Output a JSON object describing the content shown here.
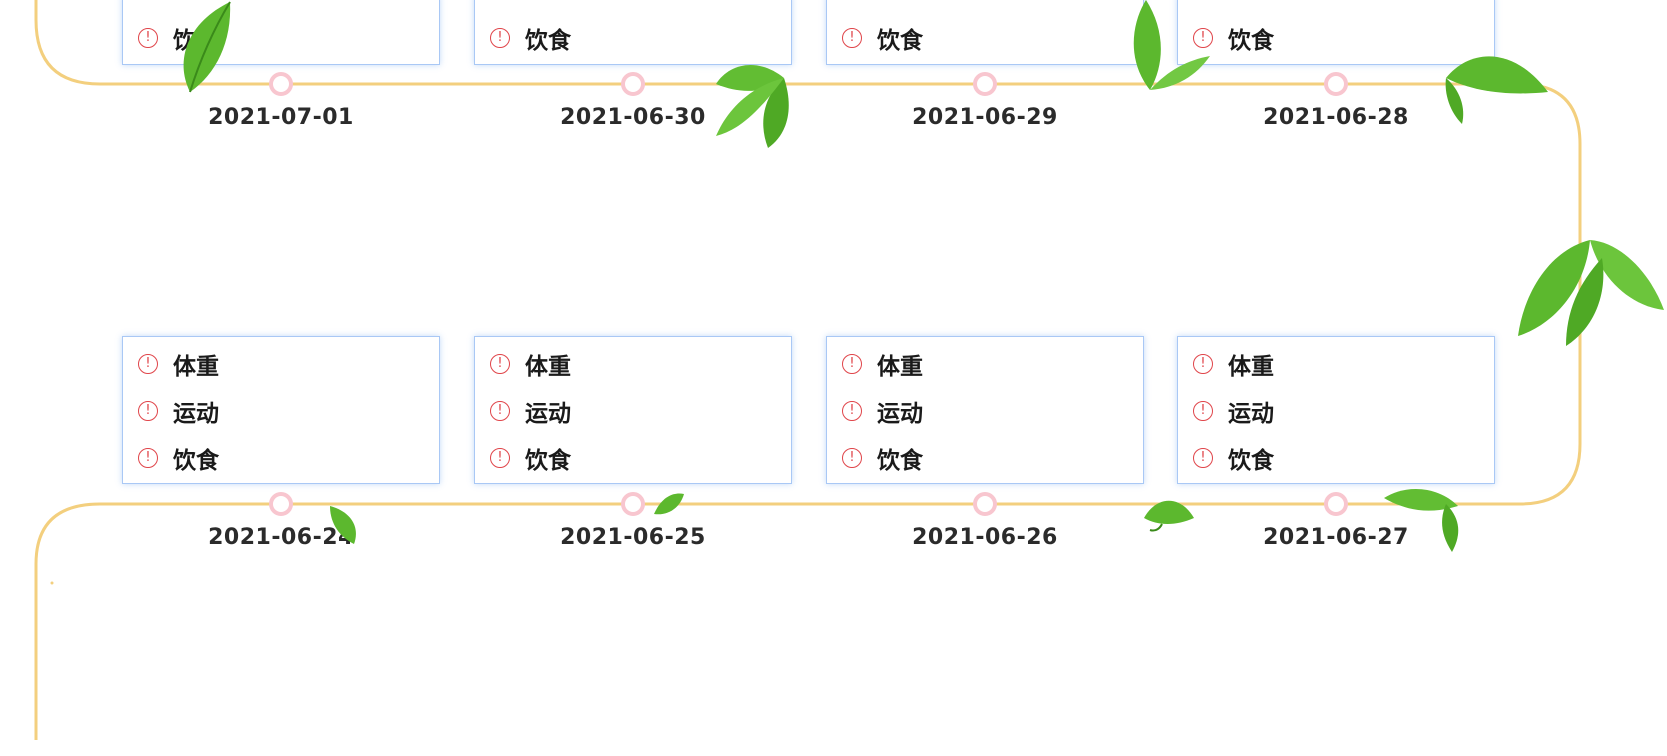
{
  "timeline": {
    "top_row": [
      {
        "date": "2021-07-01",
        "items": [
          "饮食"
        ]
      },
      {
        "date": "2021-06-30",
        "items": [
          "饮食"
        ]
      },
      {
        "date": "2021-06-29",
        "items": [
          "饮食"
        ]
      },
      {
        "date": "2021-06-28",
        "items": [
          "饮食"
        ]
      }
    ],
    "bottom_row": [
      {
        "date": "2021-06-24",
        "items": [
          "体重",
          "运动",
          "饮食"
        ]
      },
      {
        "date": "2021-06-25",
        "items": [
          "体重",
          "运动",
          "饮食"
        ]
      },
      {
        "date": "2021-06-26",
        "items": [
          "体重",
          "运动",
          "饮食"
        ]
      },
      {
        "date": "2021-06-27",
        "items": [
          "体重",
          "运动",
          "饮食"
        ]
      }
    ]
  },
  "icons": {
    "status": "alert-circle-icon",
    "decoration": "leaf-icon"
  },
  "colors": {
    "path": "#f3cf7e",
    "node": "#f8c6cf",
    "card_border": "#a9c8f5",
    "alert": "#e0454a",
    "leaf": "#5cb82e"
  }
}
